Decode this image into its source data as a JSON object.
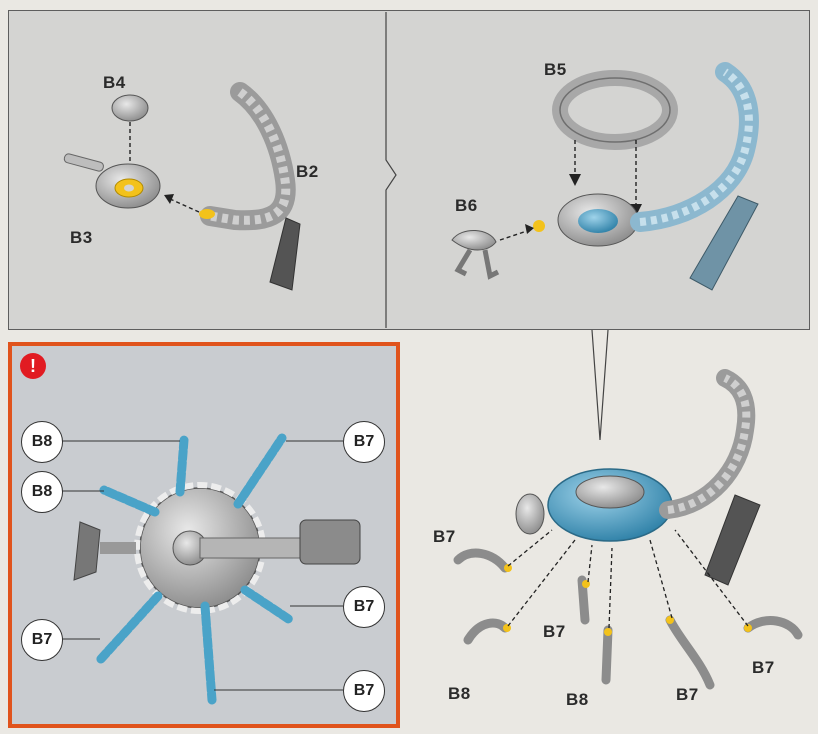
{
  "top_left": {
    "labels": {
      "b4": "B4",
      "b2": "B2",
      "b3": "B3"
    }
  },
  "top_right": {
    "labels": {
      "b5": "B5",
      "b6": "B6"
    }
  },
  "warning": {
    "icon": "!",
    "callouts": {
      "left_top": "B8",
      "left_mid": "B8",
      "left_bottom": "B7",
      "right_top": "B7",
      "right_mid": "B7",
      "right_bottom": "B7"
    }
  },
  "assembly": {
    "labels": {
      "b7_left": "B7",
      "b7_mid": "B7",
      "b8_bottom_left": "B8",
      "b8_bottom_mid": "B8",
      "b7_bottom": "B7",
      "b7_right": "B7"
    }
  },
  "colors": {
    "accent_border": "#e0531c",
    "warning_red": "#e11b22",
    "blue_parts": "#4aa3c8",
    "yellow_connector": "#f3c21b",
    "grey_parts": "#a6a6a6"
  }
}
